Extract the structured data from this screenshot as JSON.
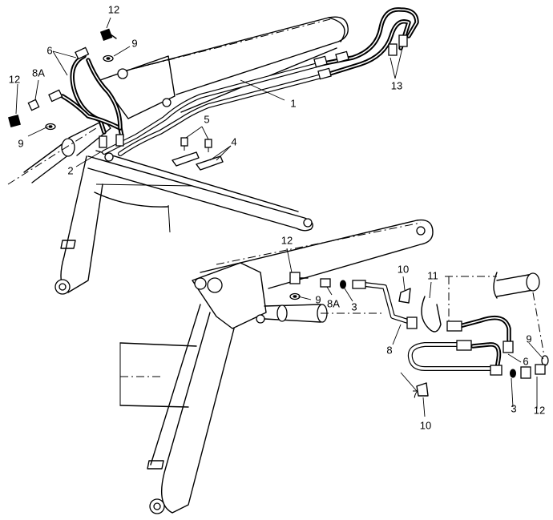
{
  "callouts": [
    {
      "id": "c-12-top",
      "label": "12"
    },
    {
      "id": "c-9-top",
      "label": "9"
    },
    {
      "id": "c-6-top",
      "label": "6"
    },
    {
      "id": "c-12-left",
      "label": "12"
    },
    {
      "id": "c-8a-left",
      "label": "8A"
    },
    {
      "id": "c-9-left",
      "label": "9"
    },
    {
      "id": "c-1",
      "label": "1"
    },
    {
      "id": "c-2",
      "label": "2"
    },
    {
      "id": "c-5",
      "label": "5"
    },
    {
      "id": "c-4",
      "label": "4"
    },
    {
      "id": "c-13",
      "label": "13"
    },
    {
      "id": "c-12-mid",
      "label": "12"
    },
    {
      "id": "c-9-mid",
      "label": "9"
    },
    {
      "id": "c-8a-mid",
      "label": "8A"
    },
    {
      "id": "c-3-mid",
      "label": "3"
    },
    {
      "id": "c-10-top",
      "label": "10"
    },
    {
      "id": "c-11",
      "label": "11"
    },
    {
      "id": "c-8",
      "label": "8"
    },
    {
      "id": "c-9-right",
      "label": "9"
    },
    {
      "id": "c-6-right",
      "label": "6"
    },
    {
      "id": "c-7",
      "label": "7"
    },
    {
      "id": "c-3-right",
      "label": "3"
    },
    {
      "id": "c-12-right",
      "label": "12"
    },
    {
      "id": "c-10-bottom",
      "label": "10"
    }
  ]
}
